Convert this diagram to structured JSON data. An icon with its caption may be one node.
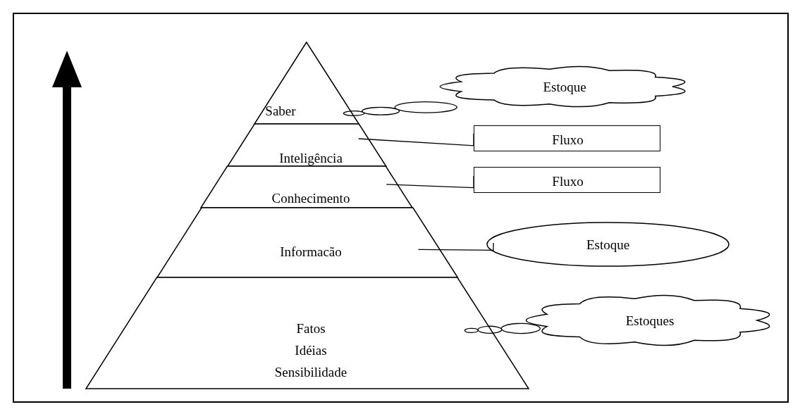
{
  "diagram": {
    "nodes": [
      {
        "text": [
          "Saber"
        ]
      },
      {
        "text": [
          "Inteligência"
        ]
      },
      {
        "text": [
          "Conhecimento"
        ]
      },
      {
        "text": [
          "Informacão"
        ]
      },
      {
        "text": [
          "Fatos",
          "Idéias",
          "Sensibilidade"
        ]
      },
      {
        "text": [
          "Estoque"
        ]
      },
      {
        "text": [
          "Fluxo"
        ]
      },
      {
        "text": [
          "Fluxo"
        ]
      },
      {
        "text": [
          "Estoque"
        ]
      },
      {
        "text": [
          "Estoques"
        ]
      }
    ],
    "edges": [
      {
        "from": 5,
        "to": 0,
        "arrow": "none"
      },
      {
        "from": 6,
        "to": 1,
        "arrow": "none"
      },
      {
        "from": 7,
        "to": 2,
        "arrow": "none"
      },
      {
        "from": 8,
        "to": 3,
        "arrow": "none"
      },
      {
        "from": 9,
        "to": 4,
        "arrow": "none"
      }
    ]
  }
}
